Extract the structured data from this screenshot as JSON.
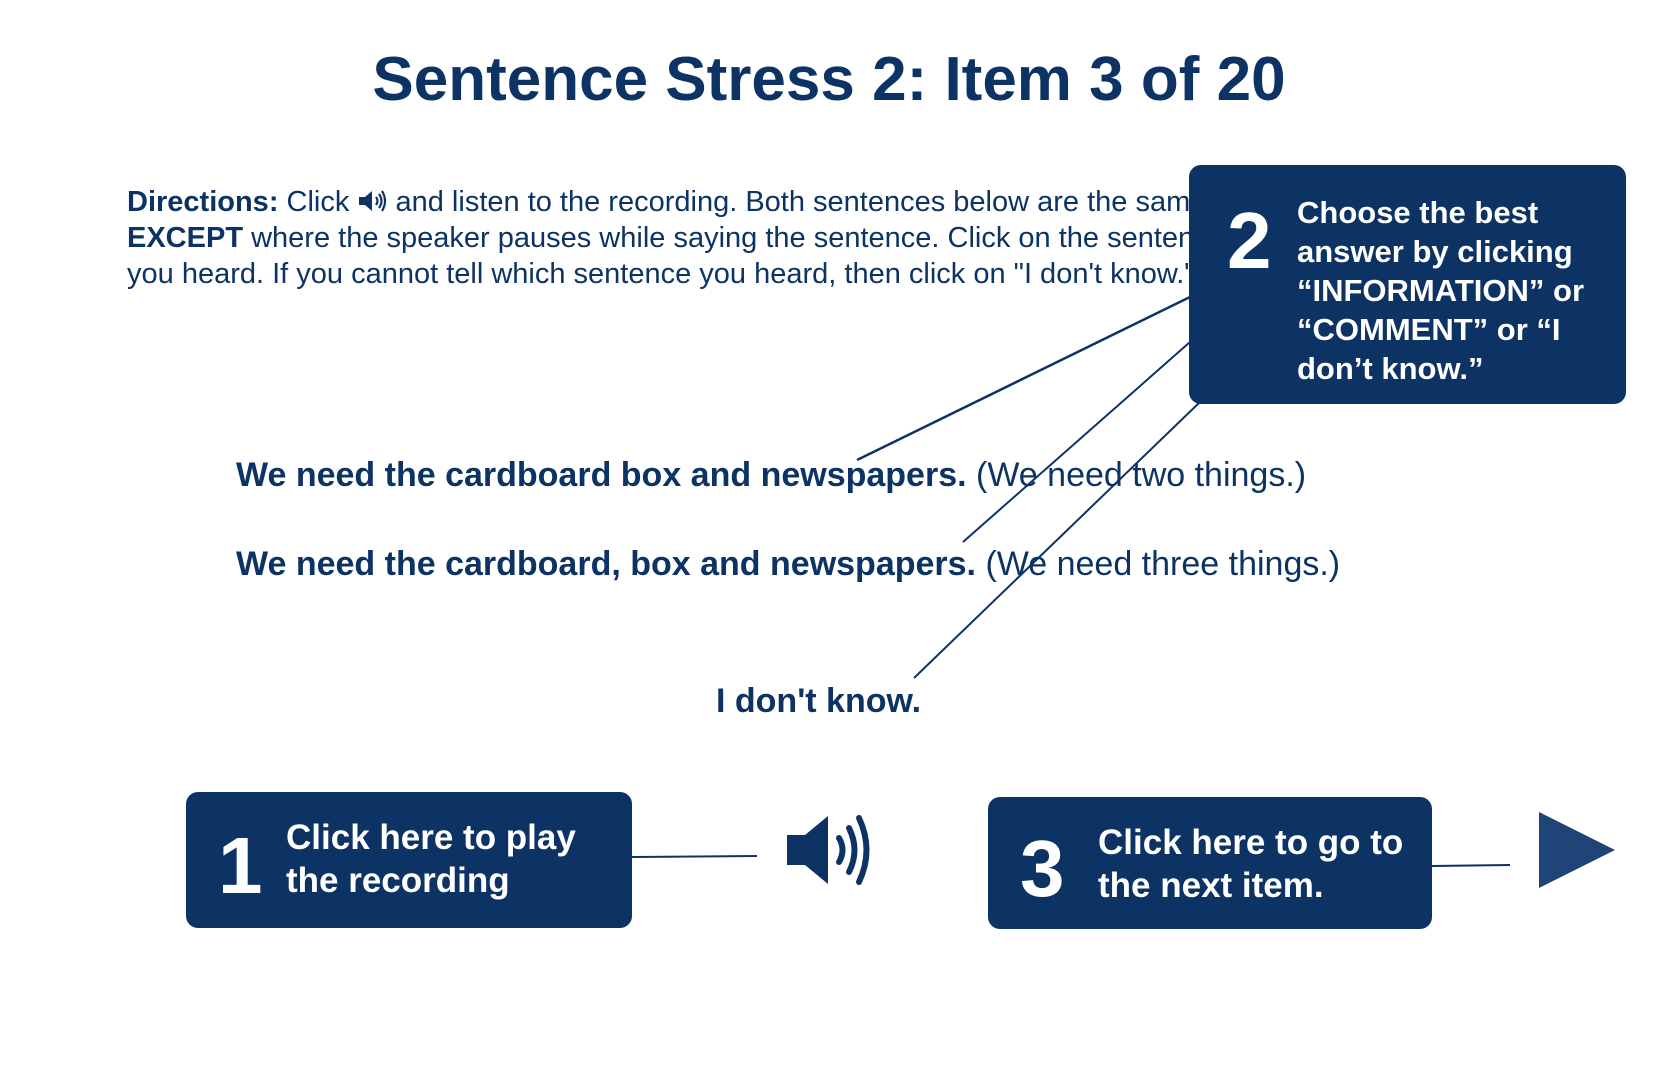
{
  "title": "Sentence Stress 2: Item 3 of 20",
  "directions": {
    "label": "Directions:",
    "text1": " Click ",
    "text2": " and listen to the recording. Both sentences below are the same",
    "except": "EXCEPT",
    "text3": " where the speaker pauses while saying the sentence. Click on the sentence",
    "text4": "you heard. If you cannot tell which sentence you heard, then click on \"I don't know.\""
  },
  "options": [
    {
      "bold": "We need the cardboard box and newspapers.",
      "note": " (We need two things.)"
    },
    {
      "bold": "We need the cardboard, box and newspapers.",
      "note": " (We need three things.)"
    }
  ],
  "dont_know": "I don't know.",
  "callouts": {
    "one": {
      "num": "1",
      "text": "Click here to play the recording"
    },
    "two": {
      "num": "2",
      "text": "Choose the best answer by clicking “INFORMATION” or “COMMENT” or “I don’t know.”"
    },
    "three": {
      "num": "3",
      "text": "Click here to go to the next item."
    }
  },
  "icons": {
    "play": "speaker-icon",
    "next": "play-arrow-icon"
  },
  "colors": {
    "primary": "#0d3364",
    "arrow": "#1f4578"
  }
}
